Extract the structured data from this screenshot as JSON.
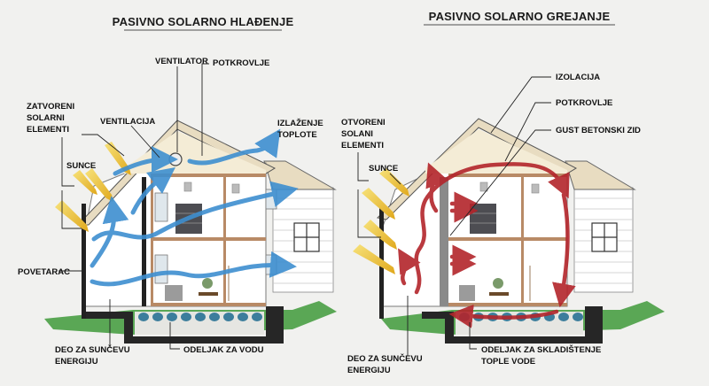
{
  "diagrams": [
    {
      "id": "cooling",
      "title": "PASIVNO SOLARNO HLAĐENJE",
      "labels": {
        "ventilator": "VENTILATOR",
        "potkrovlje": "POTKROVLJE",
        "zatvoreni": [
          "ZATVORENI",
          "SOLARNI",
          "ELEMENTI"
        ],
        "ventilacija": "VENTILACIJA",
        "izlazenje": [
          "IZLAŽENJE",
          "TOPLOTE"
        ],
        "sunce": "SUNCE",
        "povetarac": "POVETARAC",
        "deo": [
          "DEO ZA SUNČEVU",
          "ENERGIJU"
        ],
        "odeljak": [
          "ODELJAK ZA VODU"
        ]
      }
    },
    {
      "id": "heating",
      "title": "PASIVNO SOLARNO GREJANJE",
      "labels": {
        "izolacija": "IZOLACIJA",
        "potkrovlje": "POTKROVLJE",
        "otvoreni": [
          "OTVORENI",
          "SOLANI",
          "ELEMENTI"
        ],
        "gust": "GUST BETONSKI ZID",
        "sunce": "SUNCE",
        "deo": [
          "DEO ZA SUNČEVU",
          "ENERGIJU"
        ],
        "odeljak": [
          "ODELJAK ZA SKLADIŠTENJE",
          "TOPLE VODE"
        ]
      }
    }
  ],
  "colors": {
    "wall": "#ffffff",
    "roof": "#e8dcc1",
    "ground": "#3f9a3a",
    "foundation": "#262626",
    "airflow": "#3e8fd0",
    "heatflow": "#b3252b",
    "sunray": "#e8c52a",
    "water": "#3c7d9c"
  }
}
